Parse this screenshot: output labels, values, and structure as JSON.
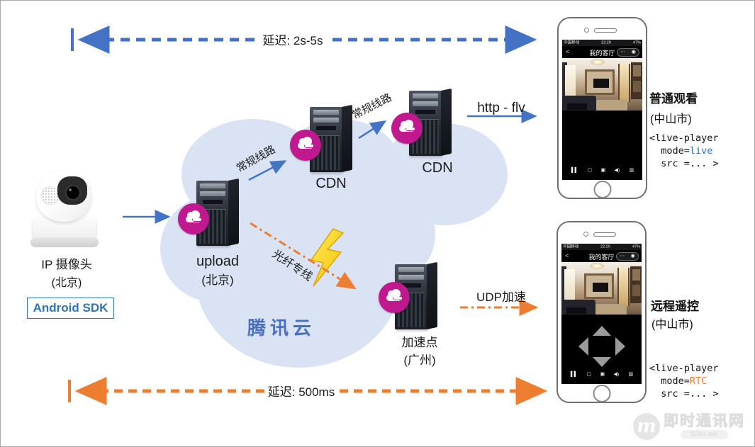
{
  "colors": {
    "blue": "#4472c4",
    "orange": "#ed7d31",
    "cloud_fill": "#dae3f4",
    "badge_magenta": "#c0188f",
    "tencent_blue": "#4a6fbe",
    "code_live": "#2e75b6",
    "code_rtc": "#ed7d31"
  },
  "top_arrow": {
    "label": "延迟: 2s-5s"
  },
  "bottom_arrow": {
    "label": "延迟: 500ms"
  },
  "camera": {
    "name": "IP 摄像头",
    "location": "(北京)",
    "sdk": "Android SDK"
  },
  "cloud": {
    "title": "腾讯云"
  },
  "servers": {
    "upload": {
      "label": "upload",
      "location": "(北京)"
    },
    "cdn1": {
      "label": "CDN"
    },
    "cdn2": {
      "label": "CDN"
    },
    "accel": {
      "label": "加速点",
      "location": "(广州)"
    }
  },
  "links": {
    "regular1": "常规线路",
    "regular2": "常规线路",
    "fiber": "光纤专线",
    "http_flv": "http - flv",
    "udp": "UDP加速"
  },
  "phone": {
    "carrier": "中国移动",
    "time": "22:20",
    "battery": "47%",
    "back": "<",
    "title": "我的客厅",
    "menu": "⋯",
    "target": "◉",
    "controls": [
      {
        "name": "pause-icon",
        "glyph": "▌▌"
      },
      {
        "name": "screen-icon",
        "glyph": "▢"
      },
      {
        "name": "snapshot-icon",
        "glyph": "▣"
      },
      {
        "name": "speaker-icon",
        "glyph": "◀)"
      },
      {
        "name": "record-icon",
        "glyph": "▥"
      }
    ]
  },
  "viewer1": {
    "title": "普通观看",
    "location": "(中山市)",
    "code_line1": "<live-player",
    "code_line2_prefix": "  mode=",
    "code_line2_value": "live",
    "code_line3": "  src =... >"
  },
  "viewer2": {
    "title": "远程遥控",
    "location": "(中山市)",
    "code_line1": "<live-player",
    "code_line2_prefix": "  mode=",
    "code_line2_value": "RTC",
    "code_line3": "  src =... >"
  },
  "watermark": {
    "logo": "m",
    "site": "即时通讯网",
    "domain": "52im.net"
  }
}
